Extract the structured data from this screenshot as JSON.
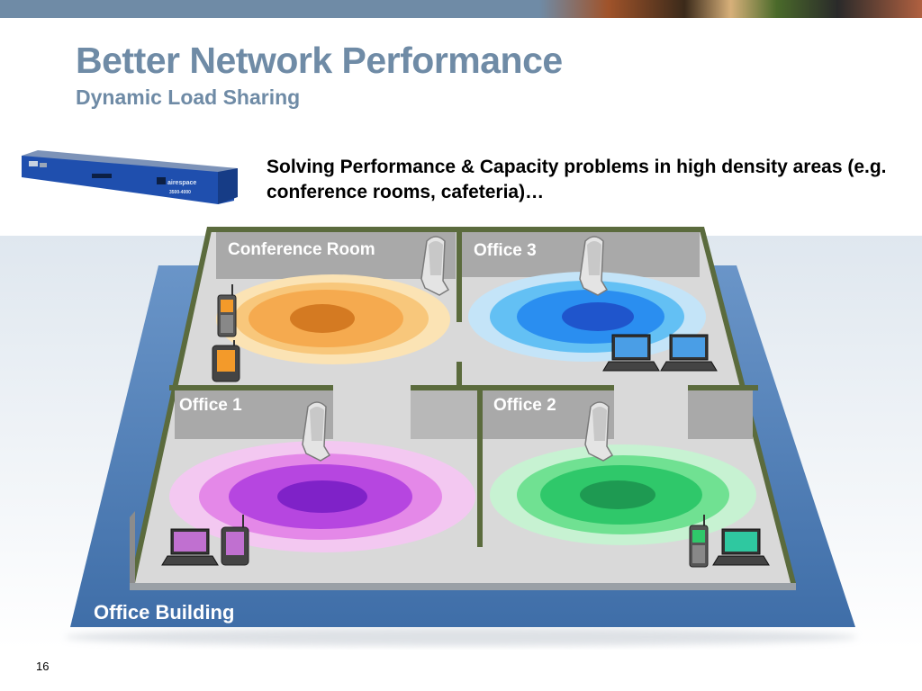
{
  "slide": {
    "title": "Better Network Performance",
    "subtitle": "Dynamic Load Sharing",
    "body": "Solving Performance & Capacity problems in high density areas (e.g. conference rooms, cafeteria)…",
    "page_number": "16"
  },
  "controller": {
    "brand": "airespace",
    "model": "3500-4000"
  },
  "diagram": {
    "building_label": "Office Building",
    "rooms": [
      {
        "name": "Conference Room",
        "color": "#f0a040"
      },
      {
        "name": "Office 3",
        "color": "#2a8ef0"
      },
      {
        "name": "Office 1",
        "color": "#b040e0"
      },
      {
        "name": "Office 2",
        "color": "#30d070"
      }
    ]
  },
  "colors": {
    "accent": "#6f8ba6",
    "floor_base": "#4f7fb5",
    "wall": "#5b6b3d"
  }
}
